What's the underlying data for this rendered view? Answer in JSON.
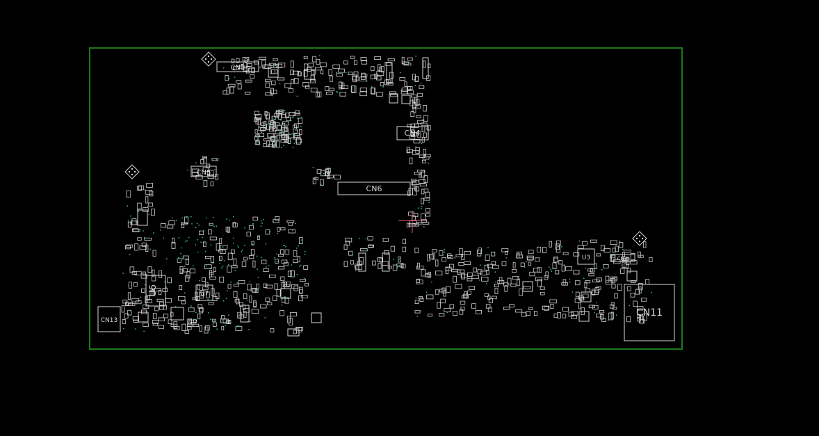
{
  "board": {
    "outline_color": "#1a7a1a",
    "silkscreen_color": "#d8d8d8",
    "via_color": "#2fb5a6",
    "marker_color": "#e05570"
  },
  "components": [
    {
      "id": "cn1",
      "label": "CN1"
    },
    {
      "id": "cn4",
      "label": "CN4"
    },
    {
      "id": "cn5",
      "label": "CN5"
    },
    {
      "id": "cn6",
      "label": "CN6"
    },
    {
      "id": "cn11",
      "label": "CN11"
    },
    {
      "id": "cn13",
      "label": "CN13"
    },
    {
      "id": "u6",
      "label": "U6"
    },
    {
      "id": "u7",
      "label": "U7"
    },
    {
      "id": "u3",
      "label": "U3"
    },
    {
      "id": "cn2",
      "label": "CN2"
    }
  ]
}
